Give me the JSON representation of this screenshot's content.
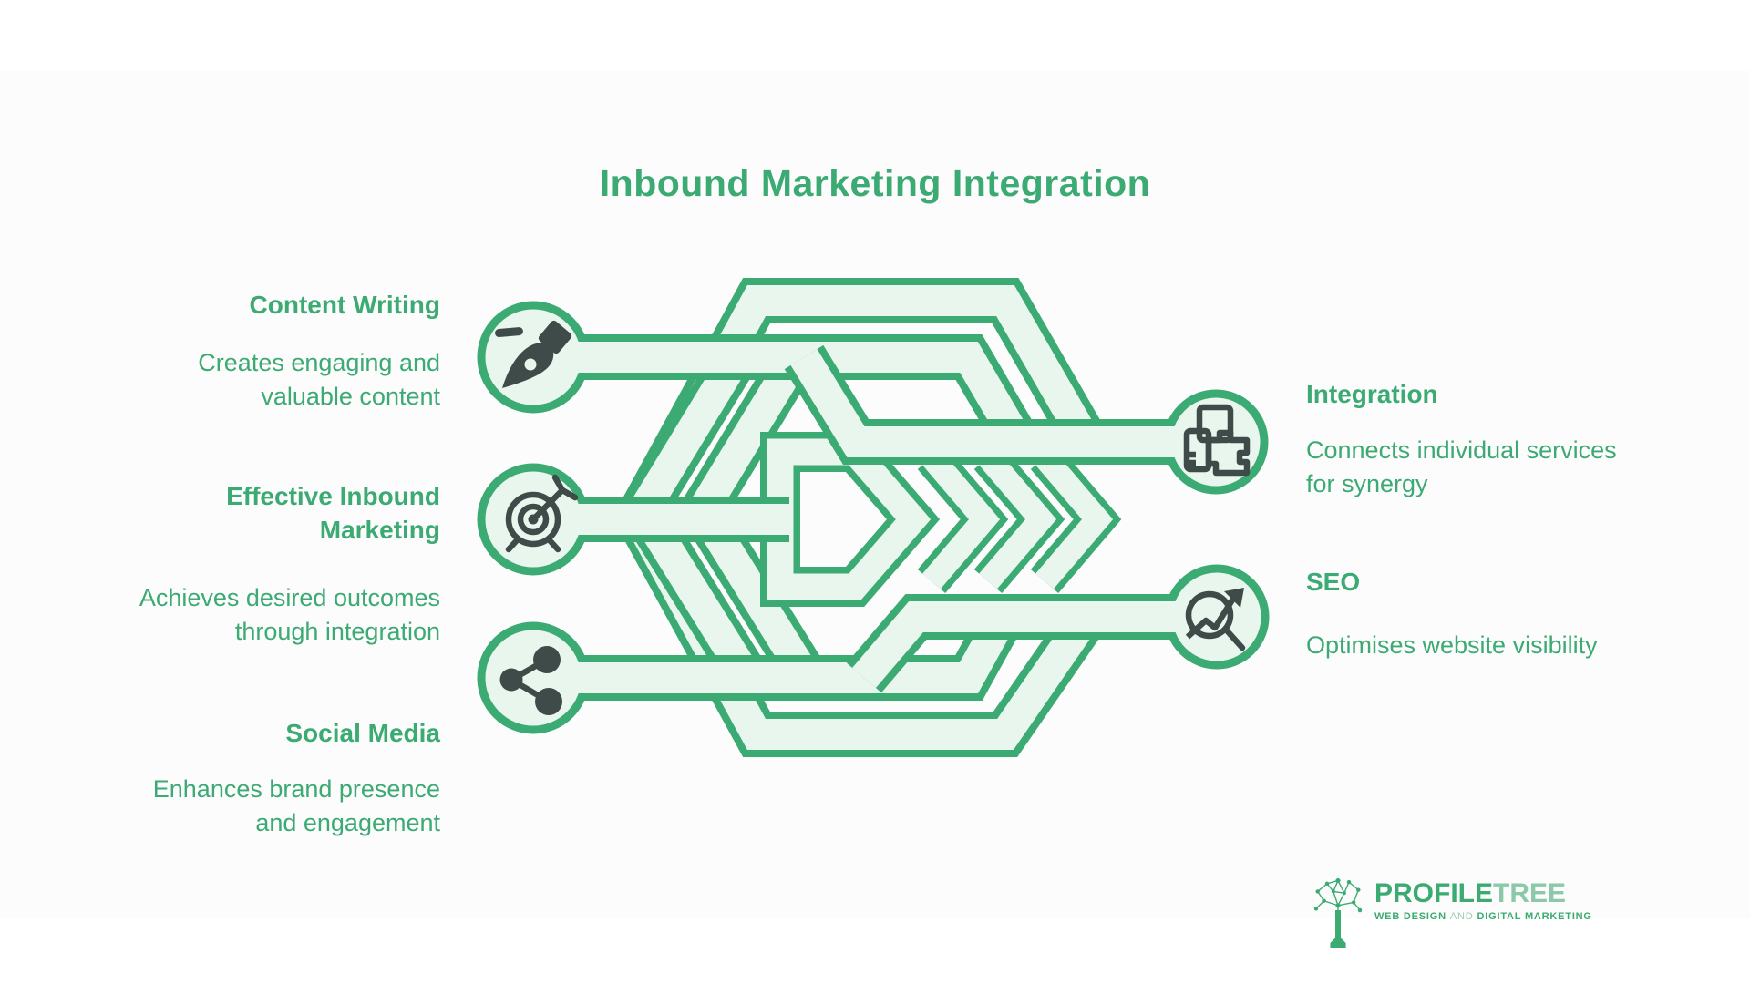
{
  "title": "Inbound Marketing Integration",
  "colors": {
    "green": "#3BAA73",
    "pipe-fill": "#E9F6EE",
    "dark": "#3F4B48",
    "band": "#FCFCFC",
    "page": "#FFFFFF",
    "logo-green": "#3BAB72",
    "logo-light": "#8BC9A8"
  },
  "nodes": {
    "left": [
      {
        "heading": "Content Writing",
        "description": "Creates engaging and\nvaluable content",
        "icon": "pen-nib-icon"
      },
      {
        "heading": "Effective Inbound\nMarketing",
        "description": "Achieves desired outcomes\nthrough integration",
        "icon": "target-dart-icon"
      },
      {
        "heading": "Social Media",
        "description": "Enhances brand presence\nand engagement",
        "icon": "share-icon"
      }
    ],
    "right": [
      {
        "heading": "Integration",
        "description": "Connects individual services\nfor synergy",
        "icon": "puzzle-blocks-icon"
      },
      {
        "heading": "SEO",
        "description": "Optimises website visibility",
        "icon": "magnifier-trend-icon"
      }
    ]
  },
  "logo": {
    "name_primary": "PROFILE",
    "name_secondary": "TREE",
    "tagline_web": "WEB DESIGN",
    "tagline_and": "AND",
    "tagline_digital": "DIGITAL MARKETING",
    "icon": "network-tree-icon"
  }
}
